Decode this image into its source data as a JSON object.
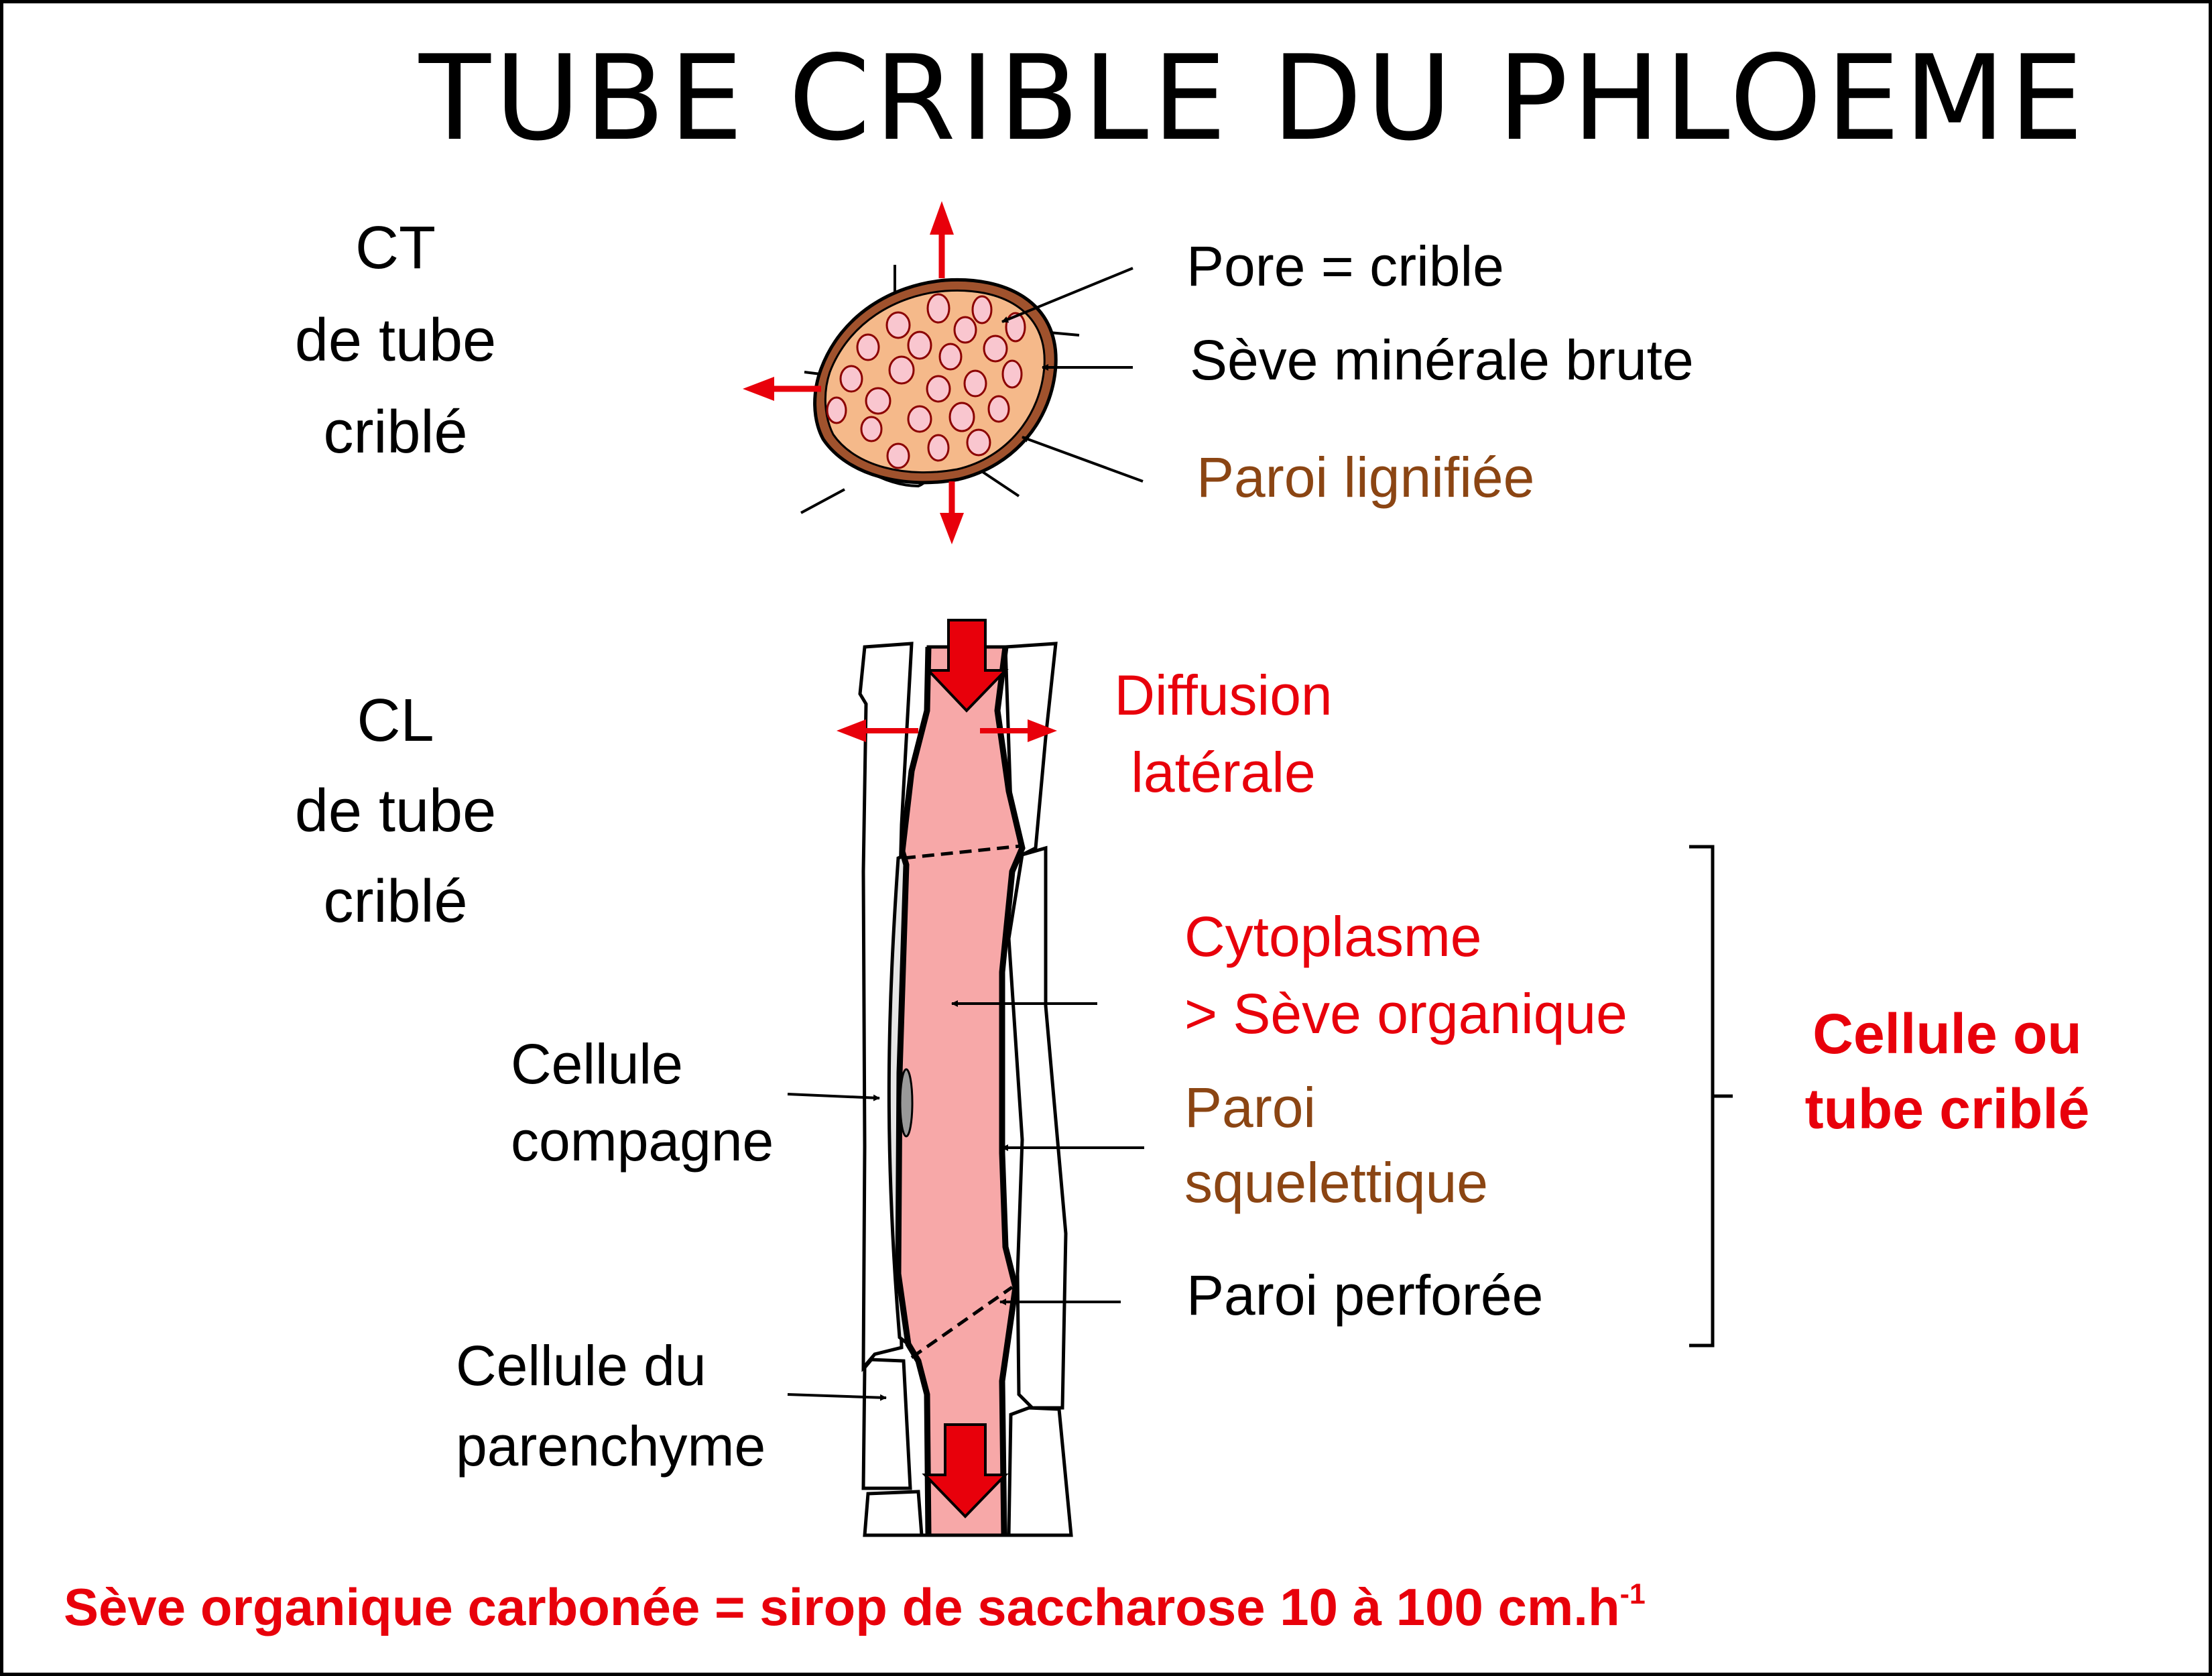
{
  "title": "TUBE CRIBLE DU PHLOEME",
  "ct_label": [
    "CT",
    "de tube",
    "criblé"
  ],
  "cl_label": [
    "CL",
    "de tube",
    "criblé"
  ],
  "labels": {
    "pore": "Pore = crible",
    "seve_minerale": "Sève minérale brute",
    "paroi_lignifiee": "Paroi lignifiée",
    "diffusion": [
      "Diffusion",
      "latérale"
    ],
    "cytoplasme": [
      "Cytoplasme",
      "> Sève organique"
    ],
    "paroi_squelettique": [
      "Paroi",
      "squelettique"
    ],
    "paroi_perforee": "Paroi perforée",
    "cellule_compagne": [
      "Cellule",
      "compagne"
    ],
    "cellule_parenchyme": [
      "Cellule du",
      "parenchyme"
    ],
    "cellule_tube": [
      "Cellule ou",
      "tube criblé"
    ]
  },
  "footer": {
    "text": "Sève organique carbonée = sirop de saccharose 10 à 100 cm.h",
    "superscript": "-1"
  },
  "colors": {
    "red": "#e8000b",
    "brown": "#8b4513",
    "sieve_fill": "#f7a8a8",
    "cross_section_fill": "#f5b98a",
    "pore_fill": "#f9c6cf"
  }
}
